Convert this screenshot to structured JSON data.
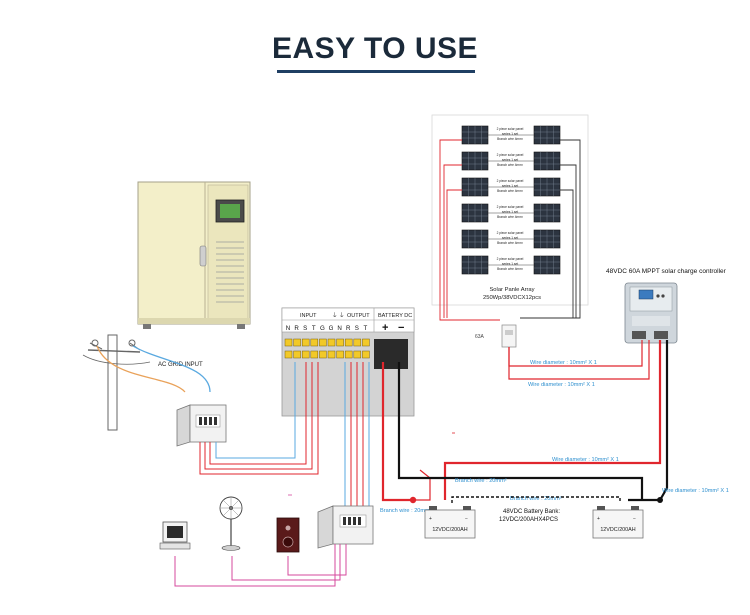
{
  "title": "EASY TO USE",
  "solar_array": {
    "label_line1": "Solar Panle Array",
    "label_line2": "250Wp/38VDCX12pcs",
    "row_labels": [
      "2 piece solar panel",
      "series 1 set",
      "Branch wire 4mm²"
    ]
  },
  "breaker_label": "63A",
  "controller": {
    "title": "48VDC 60A MPPT solar charge controller"
  },
  "terminal_block": {
    "input_label": "INPUT",
    "output_label": "OUTPUT",
    "battery_label": "BATTERY DC",
    "terminal_letters": [
      "N",
      "R",
      "S",
      "T",
      "G",
      "G",
      "N",
      "R",
      "S",
      "T"
    ],
    "plus_sign": "+",
    "minus_sign": "−"
  },
  "ac_grid_label": "AC GRID INPUT",
  "wire_labels": {
    "wire_10_a": "Wire diameter : 10mm² X 1",
    "wire_10_b": "Wire diameter : 10mm² X 1",
    "wire_10_c": "Wire diameter : 10mm² X 1",
    "wire_10_d": "Wire diameter : 10mm² X 1",
    "branch_20_a": "Branch wire : 20mm²",
    "branch_20_b": "Branch wire : 20mm²",
    "branch_20_c": "Branch wire : 20mm²"
  },
  "battery_bank": {
    "line1": "48VDC Battery Bank:",
    "line2": "12VDC/200AHX4PCS",
    "battery_label": "12VDC/200AH"
  },
  "colors": {
    "title": "#1b2a3a",
    "underline": "#1f3f63",
    "wire_red": "#e0262d",
    "wire_black": "#111111",
    "wire_blue": "#5aa9e0",
    "wire_pink": "#d6489c",
    "wire_orange": "#e9a25a",
    "label_blue": "#2d8fcf",
    "cabinet": "#f3efc9"
  }
}
